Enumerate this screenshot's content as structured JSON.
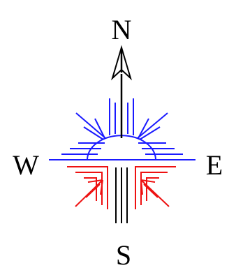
{
  "compass": {
    "labels": {
      "north": "N",
      "south": "S",
      "east": "E",
      "west": "W"
    },
    "colors": {
      "upper_half": "#1a1aff",
      "lower_half": "#ee1111",
      "needle": "#000000",
      "labels": "#000000",
      "background": "#ffffff"
    },
    "icons": {
      "needle": "arrow-up-icon",
      "sun": "half-sun-icon"
    }
  }
}
